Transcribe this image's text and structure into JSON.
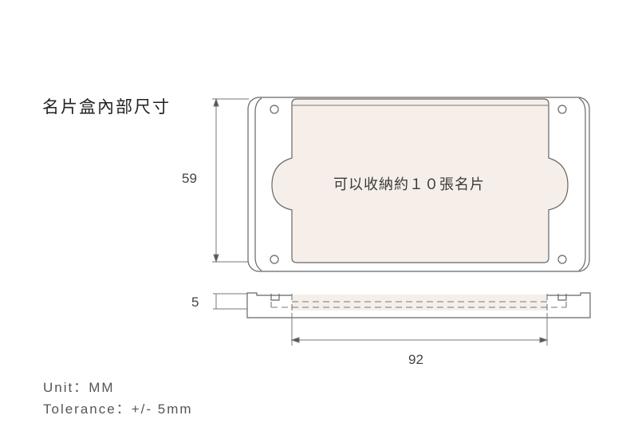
{
  "title": "名片盒內部尺寸",
  "dimensions": {
    "height": "59",
    "thickness": "5",
    "width": "92"
  },
  "inner_label": "可以收納約１０張名片",
  "notes": {
    "unit": "Unit：MM",
    "tolerance": "Tolerance：+/- 5mm"
  },
  "colors": {
    "outline": "#555555",
    "inner_fill": "#f6efe9",
    "background": "#ffffff"
  }
}
